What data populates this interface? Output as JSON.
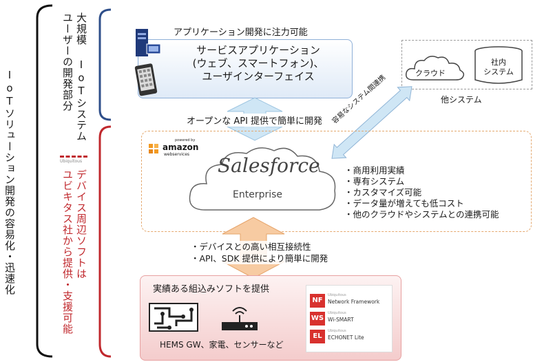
{
  "left_labels": {
    "main_vertical": "IoTソリューション開発の容易化・迅速化",
    "iot_system_col1": "大規模 IoTシステム",
    "iot_system_col2": "ユーザーの開発部分",
    "ubiq_col1": "デバイス周辺ソフトは",
    "ubiq_col2": "ユビキタス社から提供・支援可能",
    "ubiq_logo": "Ubiquitous"
  },
  "service": {
    "top_caption": "アプリケーション開発に注力可能",
    "line1": "サービスアプリケーション",
    "line2": "(ウェブ、スマートフォン)、",
    "line3": "ユーザインターフェイス"
  },
  "api_caption": "オープンな API 提供で簡単に開発",
  "other_system": {
    "cloud_label": "クラウド",
    "db_label_line1": "社内",
    "db_label_line2": "システム",
    "caption": "他システム"
  },
  "diag_arrow_label": "容易なシステム間連携",
  "aws": {
    "powered_by": "powered by",
    "brand": "amazon",
    "sub": "webservices"
  },
  "enterprise": {
    "script_logo": "Salesforce",
    "label": "Enterprise",
    "features": [
      "・商用利用実績",
      "・専有システム",
      "・カスタマイズ可能",
      "・データ量が増えても低コスト",
      "・他のクラウドやシステムとの連携可能"
    ]
  },
  "device_link": {
    "line1": "・デバイスとの高い相互接続性",
    "line2": "・API、SDK 提供により簡単に開発"
  },
  "devices": {
    "title": "実績ある組込みソフトを提供",
    "caption": "HEMS GW、家電、センサーなど"
  },
  "products": [
    {
      "tag": "NF",
      "sub": "Ubiquitous",
      "name": "Network Framework"
    },
    {
      "tag": "WS",
      "sub": "Ubiquitous",
      "name": "Wi-SMART"
    },
    {
      "tag": "EL",
      "sub": "Ubiquitous",
      "name": "ECHONET Lite"
    }
  ],
  "colors": {
    "bracket_blue": "#2f4f8a",
    "bracket_red": "#c0282d",
    "arrow_blue": "#cfe6f5",
    "arrow_orange": "#f7cba2",
    "product_red": "#d8312e"
  }
}
